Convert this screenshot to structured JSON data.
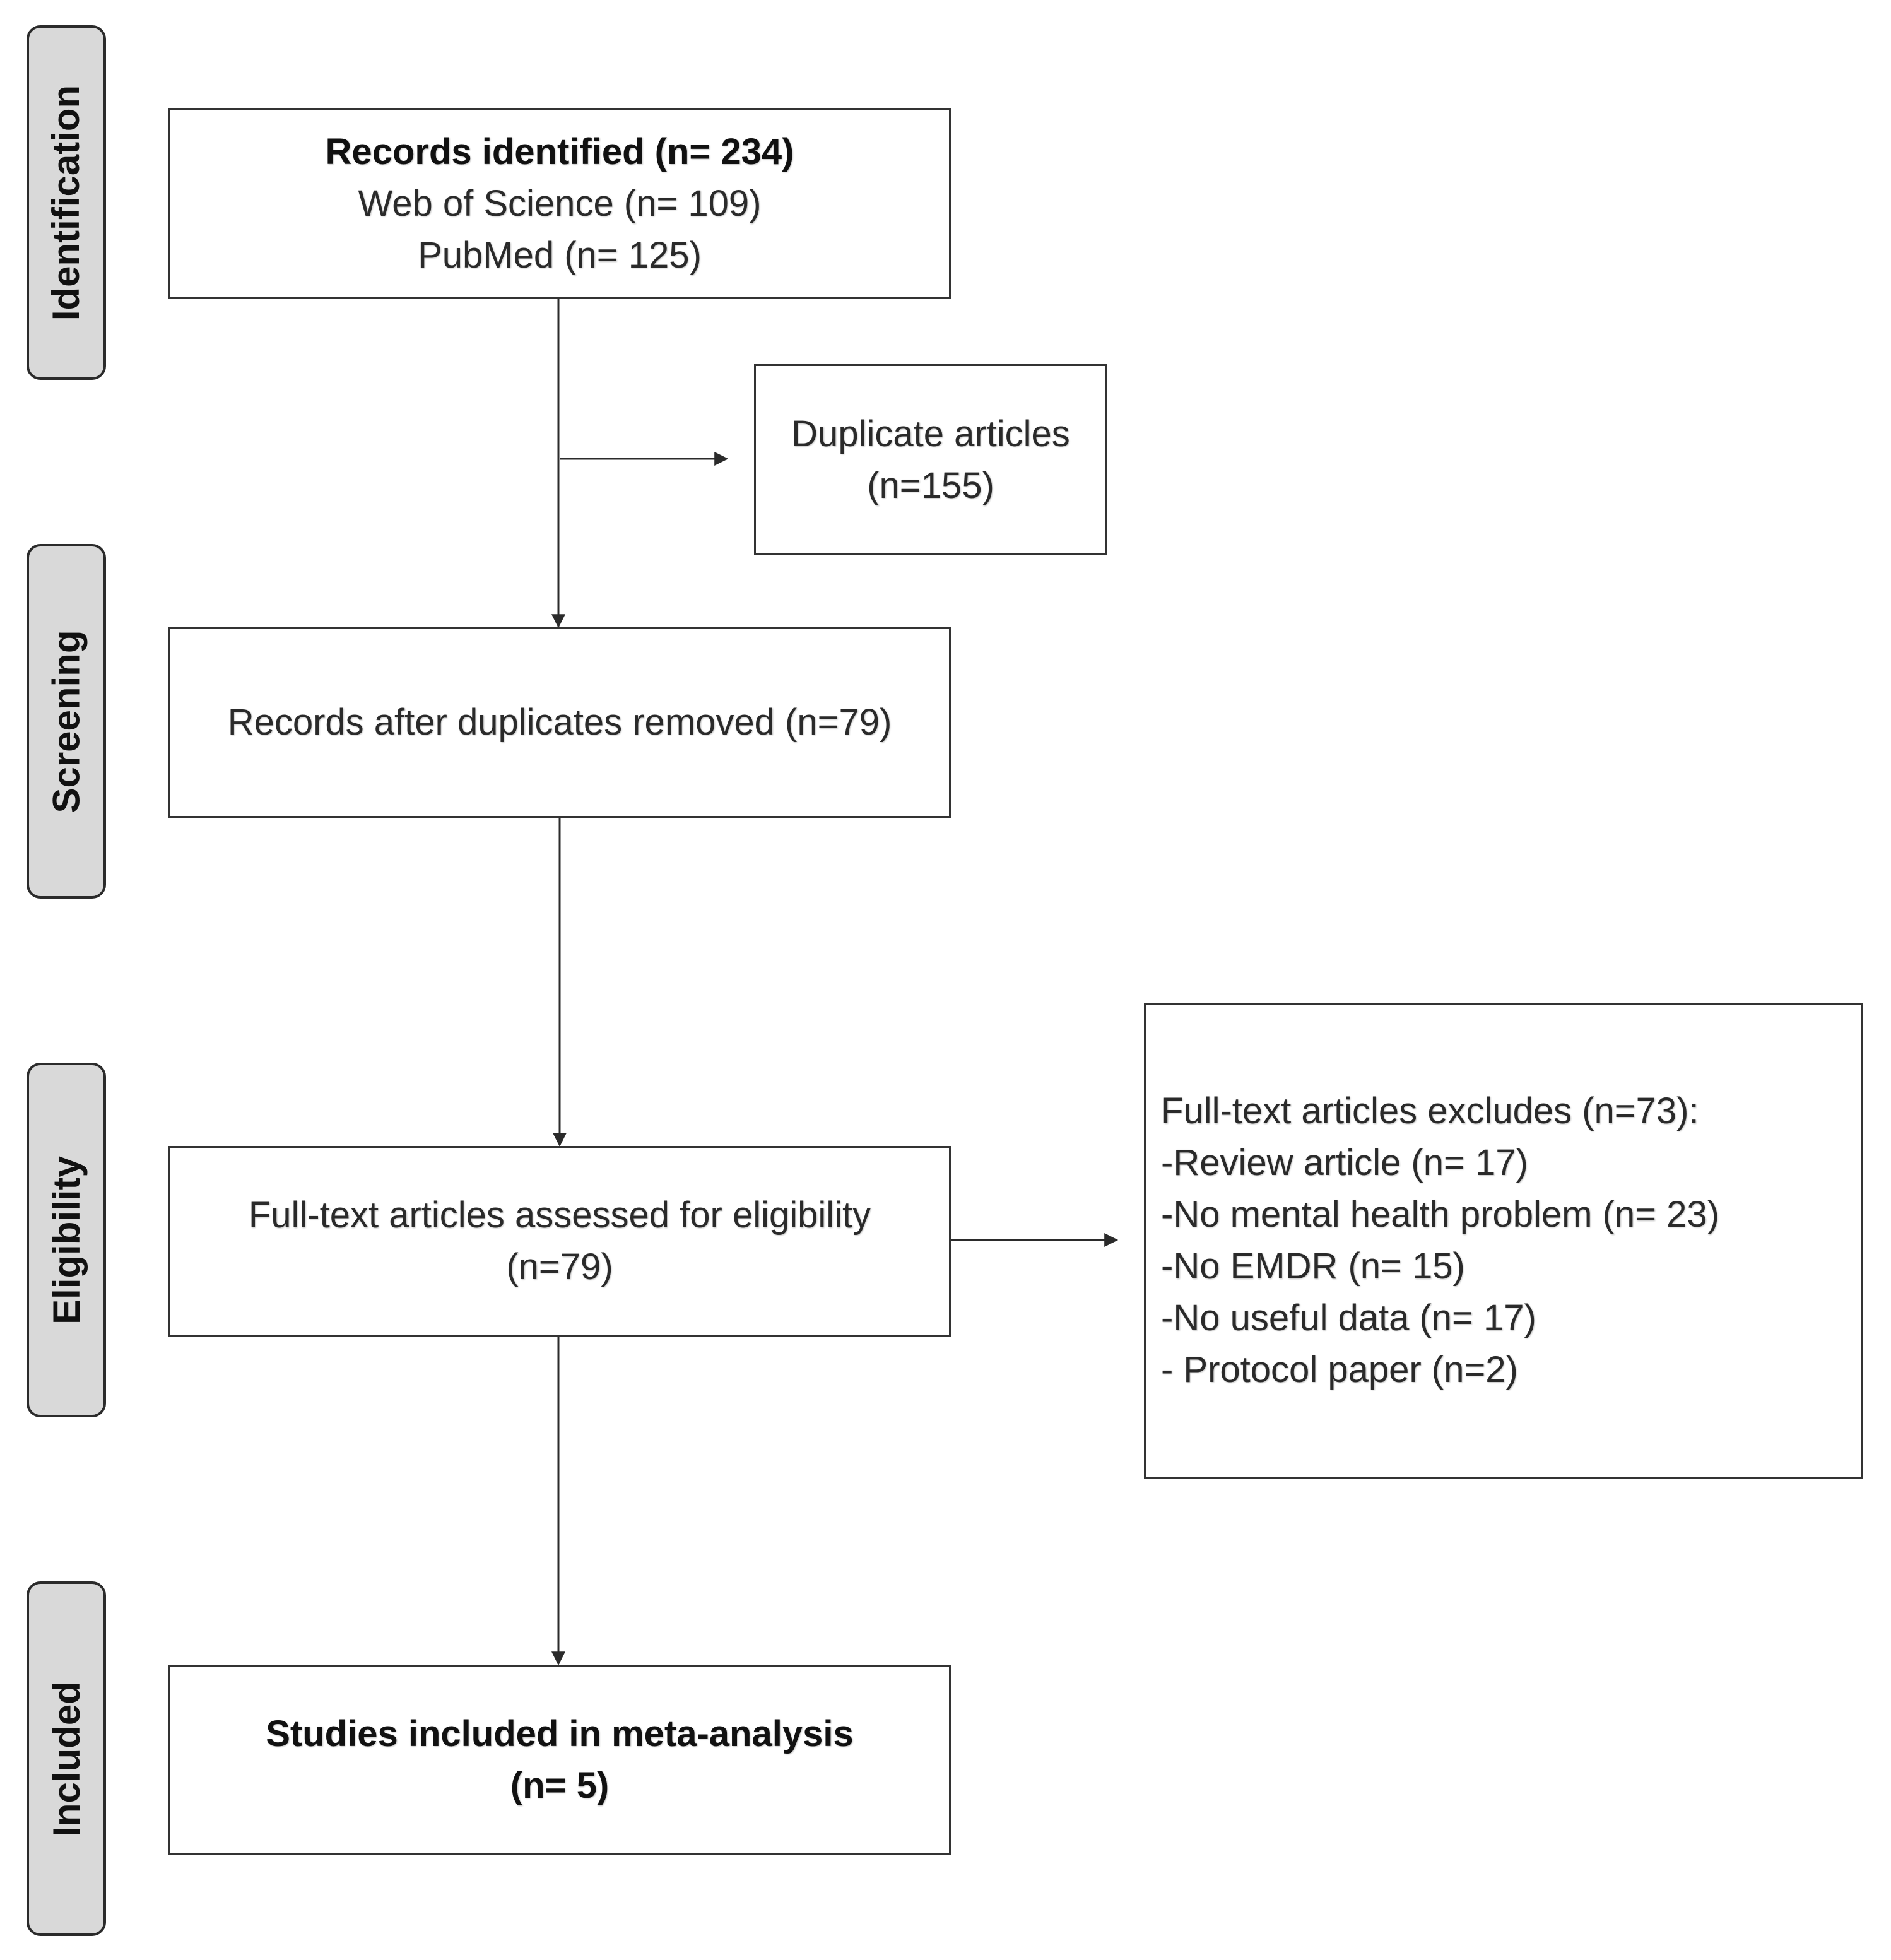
{
  "phases": {
    "identification": "Identification",
    "screening": "Screening",
    "eligibility": "Eligibility",
    "included": "Included"
  },
  "boxes": {
    "records_identified": {
      "title": "Records identified (n= 234)",
      "line1": "Web of Science (n= 109)",
      "line2": "PubMed (n= 125)"
    },
    "duplicates": {
      "line1": "Duplicate articles",
      "line2": "(n=155)"
    },
    "after_duplicates": {
      "line1": "Records after duplicates removed (n=79)"
    },
    "assessed": {
      "line1": "Full-text articles assessed for eligibility",
      "line2": "(n=79)"
    },
    "excluded": {
      "title": "Full-text articles excludes (n=73):",
      "items": [
        "-Review article (n= 17)",
        "-No mental health problem (n= 23)",
        "-No EMDR (n= 15)",
        "-No useful data (n= 17)",
        "- Protocol paper (n=2)"
      ]
    },
    "included": {
      "line1": "Studies included in meta-analysis",
      "line2": "(n= 5)"
    }
  },
  "colors": {
    "phase_fill": "#d9d9d9",
    "stroke": "#2b2b2b"
  }
}
